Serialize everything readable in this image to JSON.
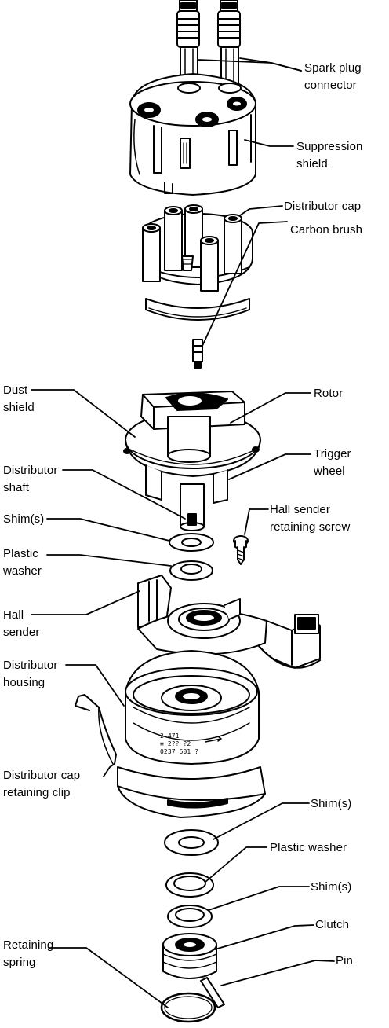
{
  "labels": {
    "spark_plug_connector": [
      "Spark plug",
      "connector"
    ],
    "suppression_shield": [
      "Suppression",
      "shield"
    ],
    "distributor_cap": [
      "Distributor cap"
    ],
    "carbon_brush": [
      "Carbon brush"
    ],
    "dust_shield": [
      "Dust",
      "shield"
    ],
    "rotor": [
      "Rotor"
    ],
    "trigger_wheel": [
      "Trigger",
      "wheel"
    ],
    "distributor_shaft": [
      "Distributor",
      "shaft"
    ],
    "hall_sender_screw": [
      "Hall sender",
      "retaining screw"
    ],
    "shims_upper": [
      "Shim(s)"
    ],
    "plastic_washer_upper": [
      "Plastic",
      "washer"
    ],
    "hall_sender": [
      "Hall",
      "sender"
    ],
    "distributor_housing": [
      "Distributor",
      "housing"
    ],
    "cap_retaining_clip": [
      "Distributor cap",
      "retaining clip"
    ],
    "shims_lower_1": [
      "Shim(s)"
    ],
    "plastic_washer_lower": [
      "Plastic washer"
    ],
    "shims_lower_2": [
      "Shim(s)"
    ],
    "clutch": [
      "Clutch"
    ],
    "retaining_spring": [
      "Retaining",
      "spring"
    ],
    "pin": [
      "Pin"
    ]
  },
  "housing_stamp": [
    "2  471",
    "≡ 2?? ?2",
    "0237 501 ?"
  ]
}
